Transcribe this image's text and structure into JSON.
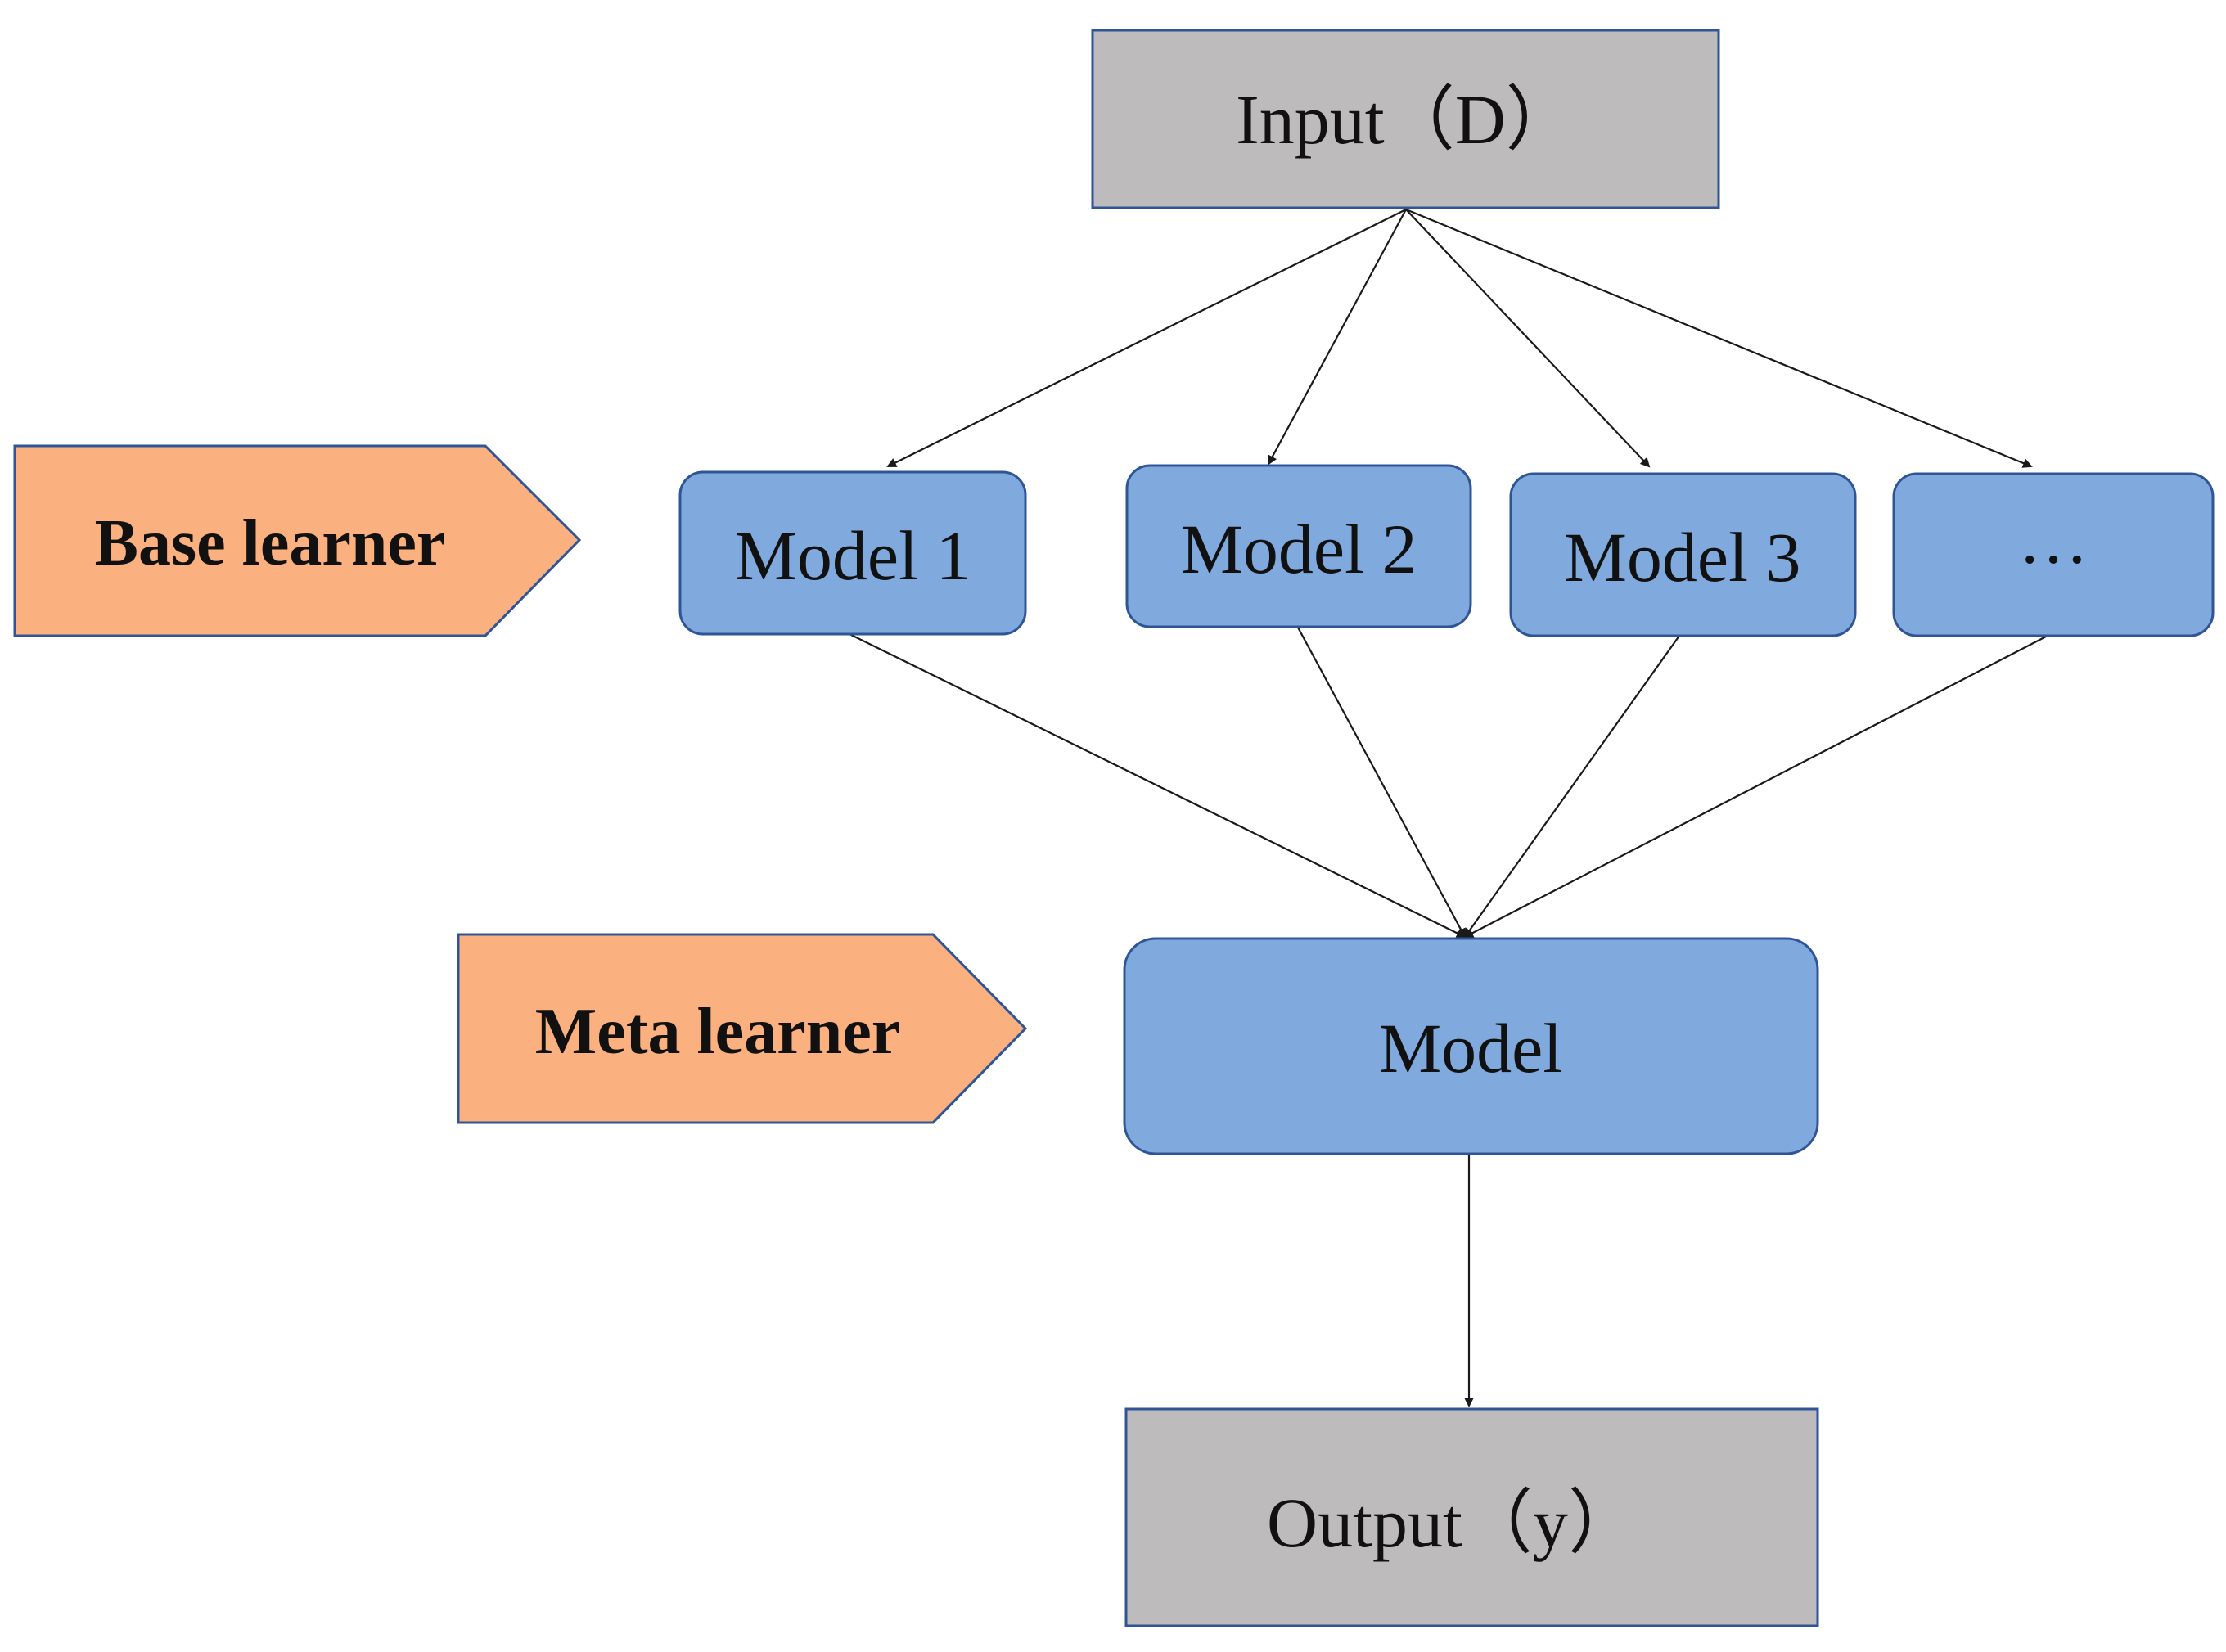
{
  "colors": {
    "io_fill": "#bdbbbc",
    "io_stroke": "#2f5597",
    "model_fill": "#80aade",
    "model_stroke": "#2f5597",
    "tag_fill": "#fbb07f",
    "tag_stroke": "#2f5597",
    "arrow": "#1a1a1a"
  },
  "input": {
    "label": "Input（D）"
  },
  "base_learner": {
    "tag": "Base learner",
    "models": [
      {
        "label": "Model 1"
      },
      {
        "label": "Model 2"
      },
      {
        "label": "Model 3"
      },
      {
        "label": "…"
      }
    ]
  },
  "meta_learner": {
    "tag": "Meta learner",
    "model": {
      "label": "Model"
    }
  },
  "output": {
    "label": "Output（y）"
  }
}
